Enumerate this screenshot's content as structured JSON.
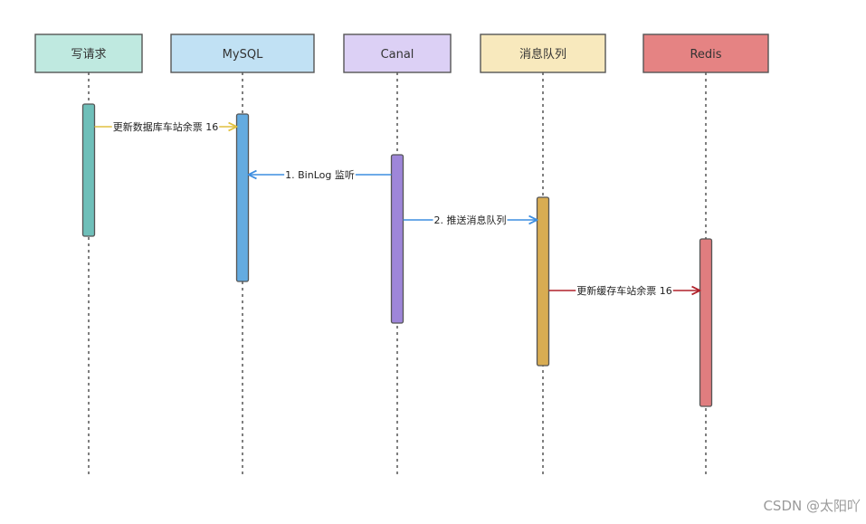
{
  "diagram": {
    "actors": [
      {
        "id": "client",
        "label": "写请求",
        "fill": "#bfe9e0",
        "stroke": "#555555"
      },
      {
        "id": "mysql",
        "label": "MySQL",
        "fill": "#c1e1f4",
        "stroke": "#555555"
      },
      {
        "id": "canal",
        "label": "Canal",
        "fill": "#dcd0f5",
        "stroke": "#555555"
      },
      {
        "id": "mq",
        "label": "消息队列",
        "fill": "#f8e9bd",
        "stroke": "#555555"
      },
      {
        "id": "redis",
        "label": "Redis",
        "fill": "#e58383",
        "stroke": "#555555"
      }
    ],
    "activations": [
      {
        "actor": "client",
        "fill": "#6fbfb9"
      },
      {
        "actor": "mysql",
        "fill": "#64abe0"
      },
      {
        "actor": "canal",
        "fill": "#9e86d9"
      },
      {
        "actor": "mq",
        "fill": "#d8ac52"
      },
      {
        "actor": "redis",
        "fill": "#e07d7f"
      }
    ],
    "messages": [
      {
        "from": "client",
        "to": "mysql",
        "label": "更新数据库车站余票 16",
        "color": "#e0c140"
      },
      {
        "from": "canal",
        "to": "mysql",
        "label": "1. BinLog 监听",
        "color": "#3d8ee0"
      },
      {
        "from": "canal",
        "to": "mq",
        "label": "2. 推送消息队列",
        "color": "#3d8ee0"
      },
      {
        "from": "mq",
        "to": "redis",
        "label": "更新缓存车站余票 16",
        "color": "#b0202a"
      }
    ]
  },
  "watermark": "CSDN @太阳吖"
}
